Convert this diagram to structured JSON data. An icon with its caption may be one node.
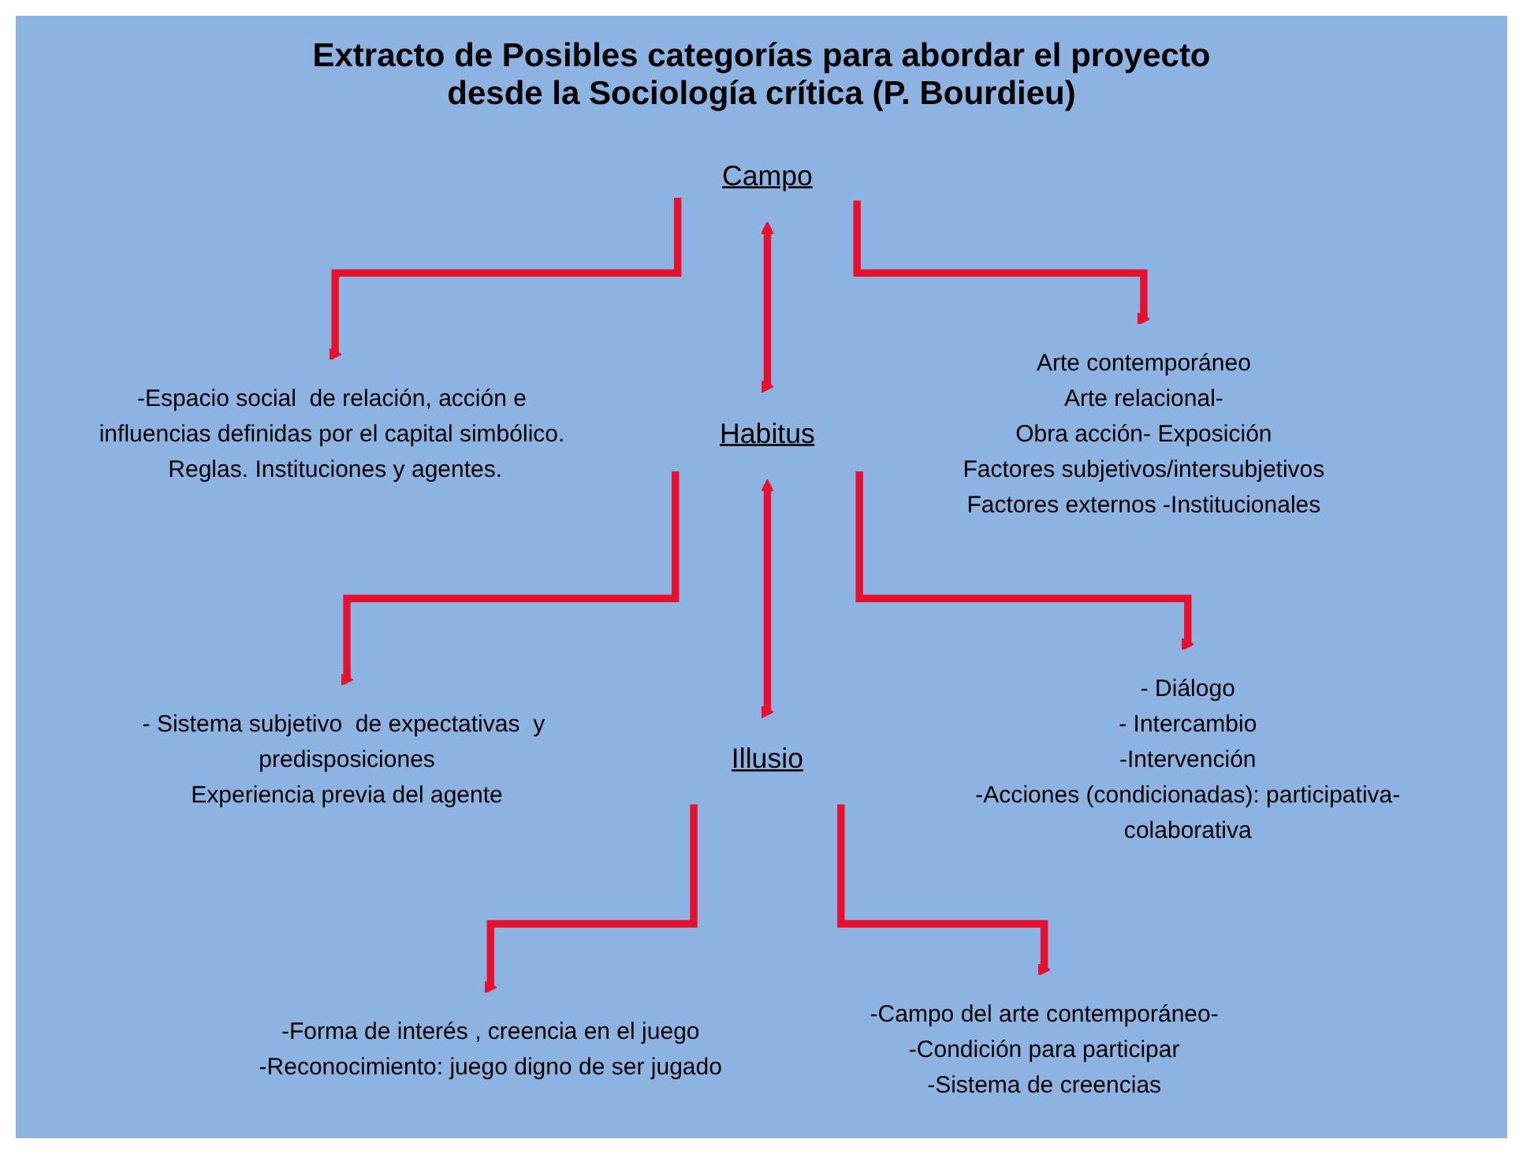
{
  "diagram": {
    "title": "Extracto de  Posibles categorías para abordar el proyecto desde la Sociología crítica (P. Bourdieu)",
    "nodes": [
      {
        "text": [
          "-Espacio social  de relación, acción e influencias definidas por el capital simbólico. Reglas. Instituciones y agentes."
        ]
      },
      {
        "text": [
          "Campo"
        ]
      },
      {
        "text": [
          "Arte contemporáneo",
          "Arte relacional-",
          "Obra acción- Exposición",
          "Factores subjetivos/intersubjetivos",
          "Factores externos -Institucionales"
        ]
      },
      {
        "text": [
          "- Sistema subjetivo  de expectativas  y predisposiciones",
          "Experiencia previa del agente"
        ]
      },
      {
        "text": [
          "Habitus"
        ]
      },
      {
        "text": [
          "- Diálogo",
          "- Intercambio",
          "-Intervención",
          "-Acciones (condicionadas): participativa-colaborativa"
        ]
      },
      {
        "text": [
          "-Forma de interés , creencia en el juego",
          "-Reconocimiento: juego digno de ser jugado"
        ]
      },
      {
        "text": [
          "Illusio"
        ]
      },
      {
        "text": [
          "-Campo del arte contemporáneo-",
          "-Condición para participar",
          "-Sistema de creencias"
        ]
      }
    ],
    "edges": [
      {
        "from": 1,
        "to": 0,
        "arrow": "to"
      },
      {
        "from": 1,
        "to": 2,
        "arrow": "to"
      },
      {
        "from": 1,
        "to": 4,
        "arrow": "both"
      },
      {
        "from": 4,
        "to": 3,
        "arrow": "to"
      },
      {
        "from": 4,
        "to": 5,
        "arrow": "to"
      },
      {
        "from": 4,
        "to": 7,
        "arrow": "both"
      },
      {
        "from": 7,
        "to": 6,
        "arrow": "to"
      },
      {
        "from": 7,
        "to": 8,
        "arrow": "to"
      }
    ]
  }
}
